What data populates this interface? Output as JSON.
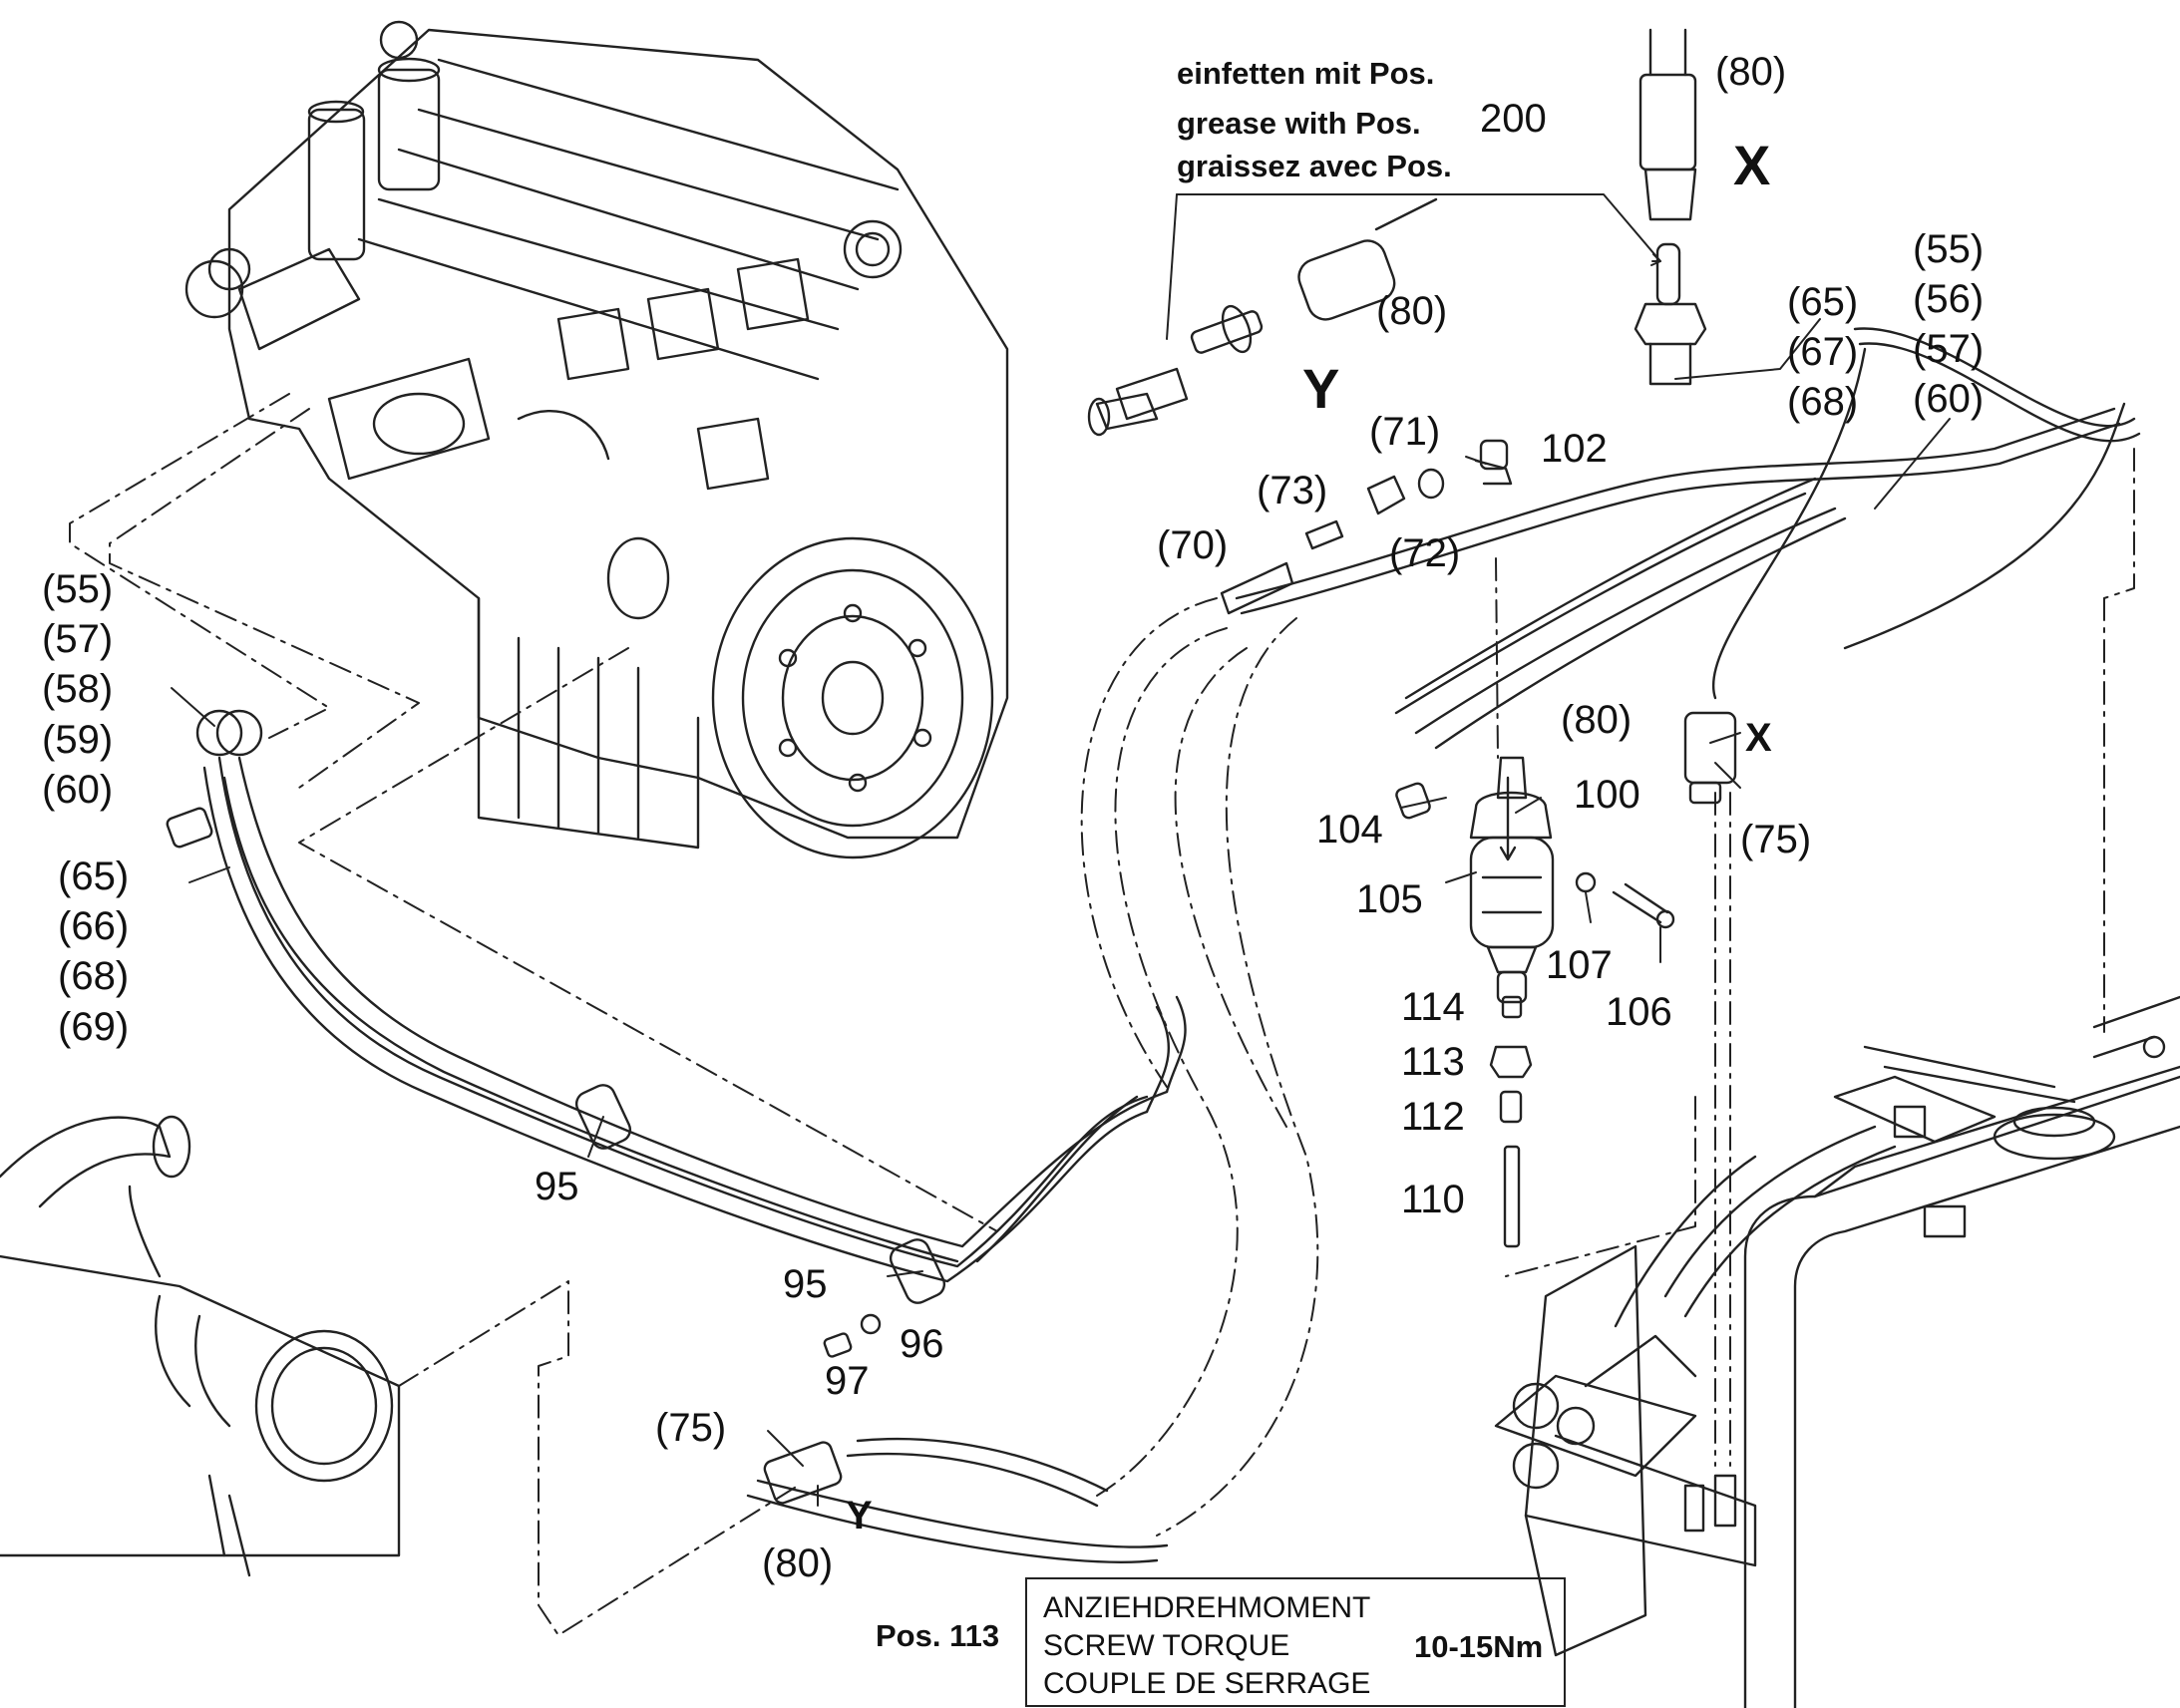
{
  "note": {
    "line_de": "einfetten mit Pos.",
    "line_en": "grease with Pos.",
    "line_fr": "graissez avec Pos.",
    "pos": "200"
  },
  "views": {
    "x": "X",
    "y": "Y",
    "x_small": "X",
    "y_small": "Y"
  },
  "callouts": {
    "c80_topright": "(80)",
    "c80_y": "(80)",
    "c80_x": "(80)",
    "c80_bottom": "(80)",
    "c75_right": "(75)",
    "c75_bottom": "(75)",
    "c71": "(71)",
    "c72": "(72)",
    "c73": "(73)",
    "c70": "(70)",
    "n102": "102",
    "n100": "100",
    "n104": "104",
    "n105": "105",
    "n106": "106",
    "n107": "107",
    "n110": "110",
    "n112": "112",
    "n113": "113",
    "n114": "114",
    "n95a": "95",
    "n95b": "95",
    "n96": "96",
    "n97": "97",
    "left_group_a": [
      "(55)",
      "(57)",
      "(58)",
      "(59)",
      "(60)"
    ],
    "left_group_b": [
      "(65)",
      "(66)",
      "(68)",
      "(69)"
    ],
    "right_group_a": [
      "(65)",
      "(67)",
      "(68)"
    ],
    "right_group_b": [
      "(55)",
      "(56)",
      "(57)",
      "(60)"
    ]
  },
  "torque": {
    "pos_label": "Pos. 113",
    "line_de": "ANZIEHDREHMOMENT",
    "line_en": "SCREW TORQUE",
    "line_fr": "COUPLE DE SERRAGE",
    "value": "10-15Nm"
  }
}
